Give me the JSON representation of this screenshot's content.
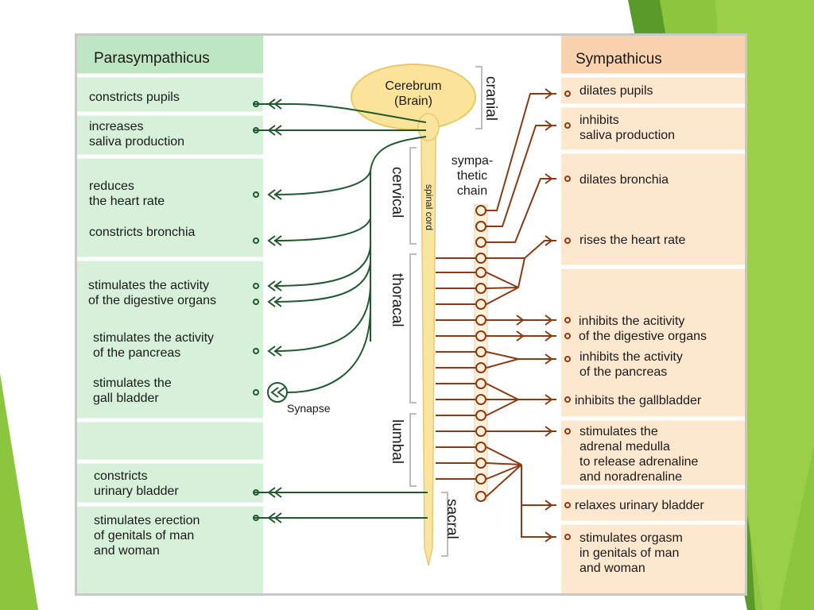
{
  "colors": {
    "slide_green_dark": "#5a9a2a",
    "slide_green": "#8cc63f",
    "slide_green_light": "#b5d96a",
    "para_panel": "#d7f0d9",
    "symp_panel": "#fde7cf",
    "brain_fill": "#fbe49a",
    "spine_fill": "#f9e4a0",
    "para_nerve": "#1f5a2e",
    "symp_nerve": "#8b3a12"
  },
  "parasympathetic": {
    "header": "Parasympathicus",
    "items": [
      {
        "lines": [
          "constricts pupils"
        ]
      },
      {
        "lines": [
          "increases",
          "saliva production"
        ]
      },
      {
        "lines": [
          "reduces",
          "the heart rate"
        ]
      },
      {
        "lines": [
          "constricts bronchia"
        ]
      },
      {
        "lines": [
          "stimulates the activity",
          "of the digestive organs"
        ]
      },
      {
        "lines": [
          "stimulates the activity",
          "of the pancreas"
        ]
      },
      {
        "lines": [
          "stimulates the",
          "gall bladder"
        ]
      },
      {
        "lines": [
          "constricts",
          "urinary bladder"
        ]
      },
      {
        "lines": [
          "stimulates erection",
          "of genitals of man",
          "and woman"
        ]
      }
    ]
  },
  "sympathetic": {
    "header": "Sympathicus",
    "items": [
      {
        "lines": [
          "dilates pupils"
        ]
      },
      {
        "lines": [
          "inhibits",
          "saliva production"
        ]
      },
      {
        "lines": [
          "dilates bronchia"
        ]
      },
      {
        "lines": [
          "rises the heart rate"
        ]
      },
      {
        "lines": [
          "inhibits the acitivity",
          "of the digestive organs"
        ]
      },
      {
        "lines": [
          "inhibits the activity",
          "of the pancreas"
        ]
      },
      {
        "lines": [
          "inhibits the gallbladder"
        ]
      },
      {
        "lines": [
          "stimulates the",
          "adrenal medulla",
          "to release adrenaline",
          "and noradrenaline"
        ]
      },
      {
        "lines": [
          "relaxes urinary bladder"
        ]
      },
      {
        "lines": [
          "stimulates orgasm",
          "in genitals of man",
          "and woman"
        ]
      }
    ]
  },
  "center": {
    "brain_lines": [
      "Cerebrum",
      "(Brain)"
    ],
    "spinal_cord": "spinal cord",
    "sympathetic_chain": [
      "sympa-",
      "thetic",
      "chain"
    ],
    "synapse": "Synapse",
    "regions": [
      "cranial",
      "cervical",
      "thoracal",
      "lumbal",
      "sacral"
    ]
  }
}
